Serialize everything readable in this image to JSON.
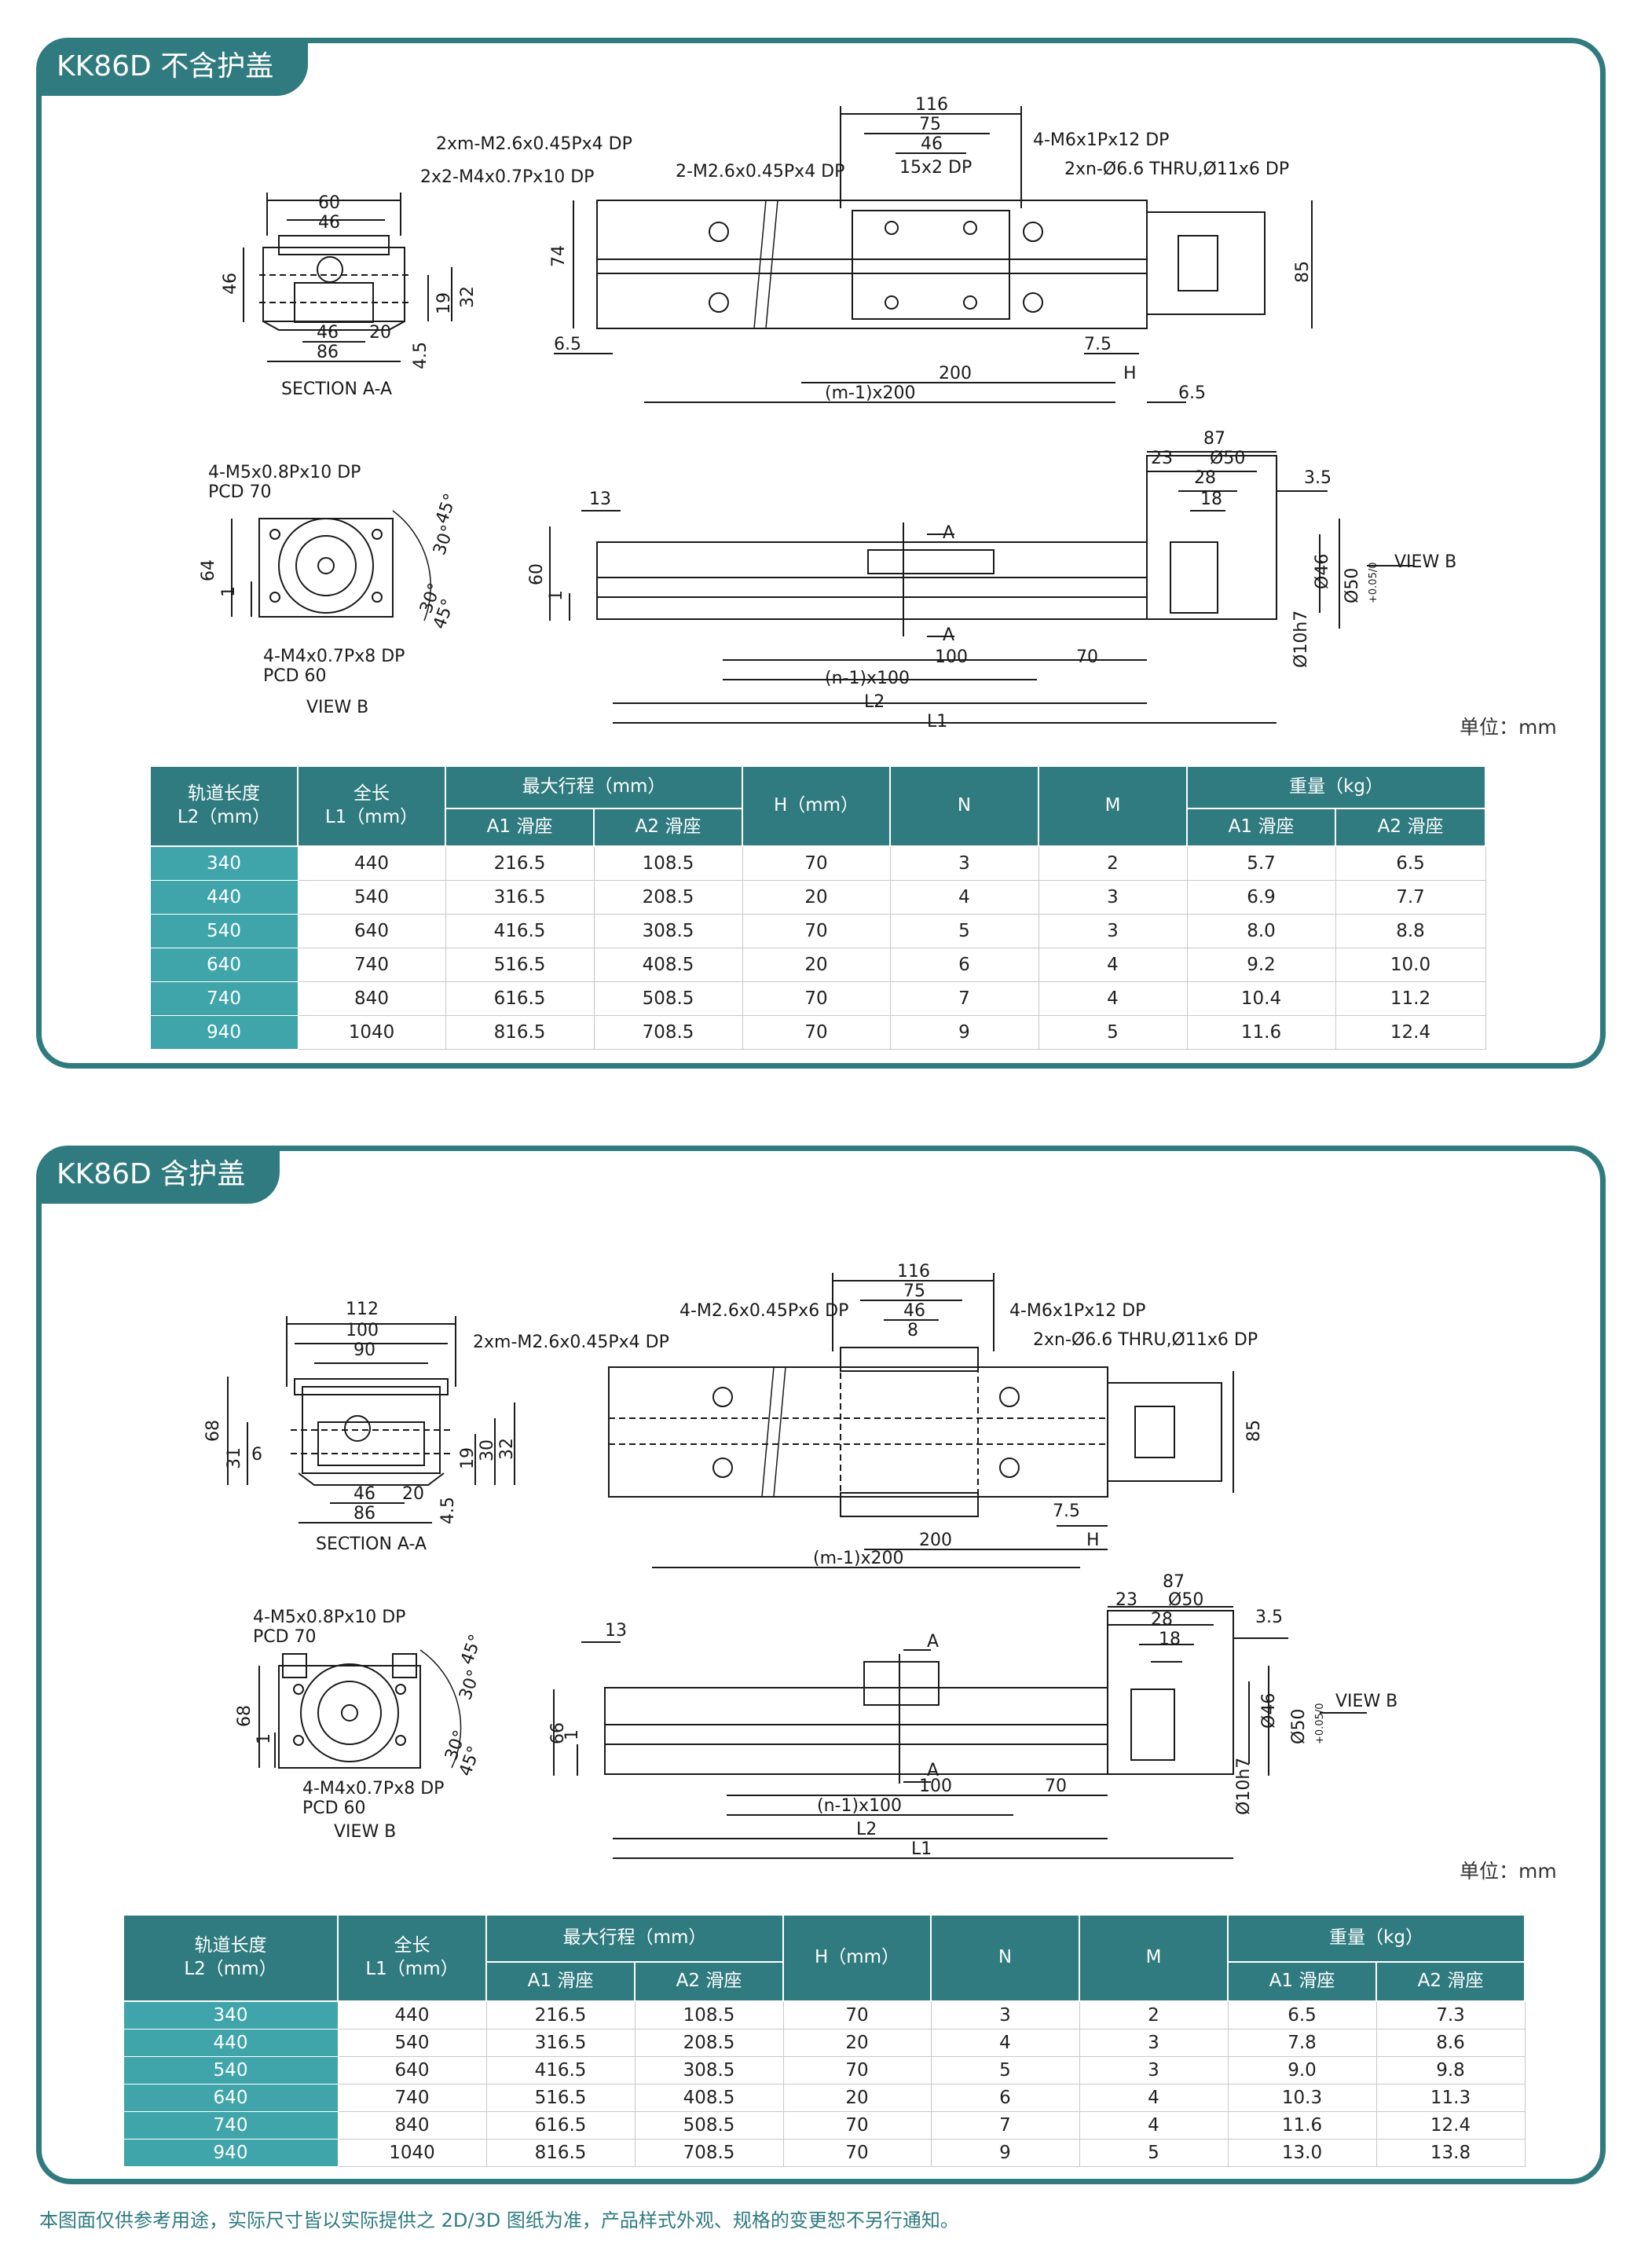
{
  "colors": {
    "brand": "#2f7b80",
    "first_col": "#3fa5aa",
    "line": "#1a1a1a"
  },
  "footnote": "本图面仅供参考用途，实际尺寸皆以实际提供之 2D/3D 图纸为准，产品样式外观、规格的变更恕不另行通知。",
  "headers": {
    "rail": "轨道长度",
    "rail_unit": "L2（mm）",
    "total": "全长",
    "total_unit": "L1（mm）",
    "stroke": "最大行程（mm）",
    "h": "H（mm）",
    "n": "N",
    "m": "M",
    "weight": "重量（kg）",
    "a1": "A1 滑座",
    "a2": "A2 滑座"
  },
  "sections": [
    {
      "title": "KK86D 不含护盖",
      "unit": "单位：mm",
      "labels": {
        "top": {
          "d116": "116",
          "d75": "75",
          "d46": "46",
          "d15x2": "15x2 DP",
          "m26": "2xm-M2.6x0.45Px4 DP",
          "m4": "2x2-M4x0.7Px10 DP",
          "m26b": "2-M2.6x0.45Px4 DP",
          "m6": "4-M6x1Px12 DP",
          "thru": "2xn-Ø6.6 THRU,Ø11x6 DP",
          "d74": "74",
          "d85": "85",
          "d65a": "6.5",
          "d75b": "7.5",
          "d200": "200",
          "h": "H",
          "pitch": "(m-1)x200",
          "d65b": "6.5"
        },
        "section": {
          "d60": "60",
          "d46a": "46",
          "h46": "46",
          "d19": "19",
          "d32": "32",
          "b46": "46",
          "b20": "20",
          "b86": "86",
          "d45": "4.5",
          "name": "SECTION A-A"
        },
        "side": {
          "d87": "87",
          "d23": "23",
          "d50": "Ø50",
          "d28": "28",
          "d18": "18",
          "d35": "3.5",
          "d13": "13",
          "d60": "60",
          "d1": "1",
          "a_top": "A",
          "a_bot": "A",
          "d100": "100",
          "d70": "70",
          "pitch": "(n-1)x100",
          "l2": "L2",
          "l1": "L1",
          "d46": "Ø46",
          "tol": "+0.05/0",
          "d10": "Ø10h7",
          "viewb": "VIEW B"
        },
        "view": {
          "m5": "4-M5x0.8Px10 DP",
          "pcd70": "PCD 70",
          "a45": "45°",
          "a30": "30°",
          "b30": "30°",
          "b45": "45°",
          "d64": "64",
          "d1": "1",
          "m4": "4-M4x0.7Px8 DP",
          "pcd60": "PCD 60",
          "name": "VIEW B"
        }
      },
      "rows": [
        [
          "340",
          "440",
          "216.5",
          "108.5",
          "70",
          "3",
          "2",
          "5.7",
          "6.5"
        ],
        [
          "440",
          "540",
          "316.5",
          "208.5",
          "20",
          "4",
          "3",
          "6.9",
          "7.7"
        ],
        [
          "540",
          "640",
          "416.5",
          "308.5",
          "70",
          "5",
          "3",
          "8.0",
          "8.8"
        ],
        [
          "640",
          "740",
          "516.5",
          "408.5",
          "20",
          "6",
          "4",
          "9.2",
          "10.0"
        ],
        [
          "740",
          "840",
          "616.5",
          "508.5",
          "70",
          "7",
          "4",
          "10.4",
          "11.2"
        ],
        [
          "940",
          "1040",
          "816.5",
          "708.5",
          "70",
          "9",
          "5",
          "11.6",
          "12.4"
        ]
      ]
    },
    {
      "title": "KK86D 含护盖",
      "unit": "单位：mm",
      "labels": {
        "top": {
          "d116": "116",
          "d75": "75",
          "d46": "46",
          "d8": "8",
          "m26": "4-M2.6x0.45Px6 DP",
          "m26b": "2xm-M2.6x0.45Px4 DP",
          "m6": "4-M6x1Px12 DP",
          "thru": "2xn-Ø6.6 THRU,Ø11x6 DP",
          "d85": "85",
          "d75b": "7.5",
          "d200": "200",
          "h": "H",
          "pitch": "(m-1)x200"
        },
        "section": {
          "d112": "112",
          "d100": "100",
          "d90": "90",
          "h68": "68",
          "d31": "31",
          "d6": "6",
          "d19": "19",
          "d30": "30",
          "d32": "32",
          "b46": "46",
          "b20": "20",
          "b86": "86",
          "d45": "4.5",
          "name": "SECTION A-A"
        },
        "side": {
          "d87": "87",
          "d23": "23",
          "d50": "Ø50",
          "d28": "28",
          "d18": "18",
          "d35": "3.5",
          "d13": "13",
          "d66": "66",
          "d1": "1",
          "a_top": "A",
          "a_bot": "A",
          "d100": "100",
          "d70": "70",
          "pitch": "(n-1)x100",
          "l2": "L2",
          "l1": "L1",
          "d46": "Ø46",
          "tol": "+0.05/0",
          "d10": "Ø10h7",
          "viewb": "VIEW B"
        },
        "view": {
          "m5": "4-M5x0.8Px10 DP",
          "pcd70": "PCD 70",
          "a45": "45°",
          "a30": "30°",
          "b30": "30°",
          "b45": "45°",
          "d68": "68",
          "d1": "1",
          "m4": "4-M4x0.7Px8 DP",
          "pcd60": "PCD 60",
          "name": "VIEW B"
        }
      },
      "rows": [
        [
          "340",
          "440",
          "216.5",
          "108.5",
          "70",
          "3",
          "2",
          "6.5",
          "7.3"
        ],
        [
          "440",
          "540",
          "316.5",
          "208.5",
          "20",
          "4",
          "3",
          "7.8",
          "8.6"
        ],
        [
          "540",
          "640",
          "416.5",
          "308.5",
          "70",
          "5",
          "3",
          "9.0",
          "9.8"
        ],
        [
          "640",
          "740",
          "516.5",
          "408.5",
          "20",
          "6",
          "4",
          "10.3",
          "11.3"
        ],
        [
          "740",
          "840",
          "616.5",
          "508.5",
          "70",
          "7",
          "4",
          "11.6",
          "12.4"
        ],
        [
          "940",
          "1040",
          "816.5",
          "708.5",
          "70",
          "9",
          "5",
          "13.0",
          "13.8"
        ]
      ]
    }
  ]
}
